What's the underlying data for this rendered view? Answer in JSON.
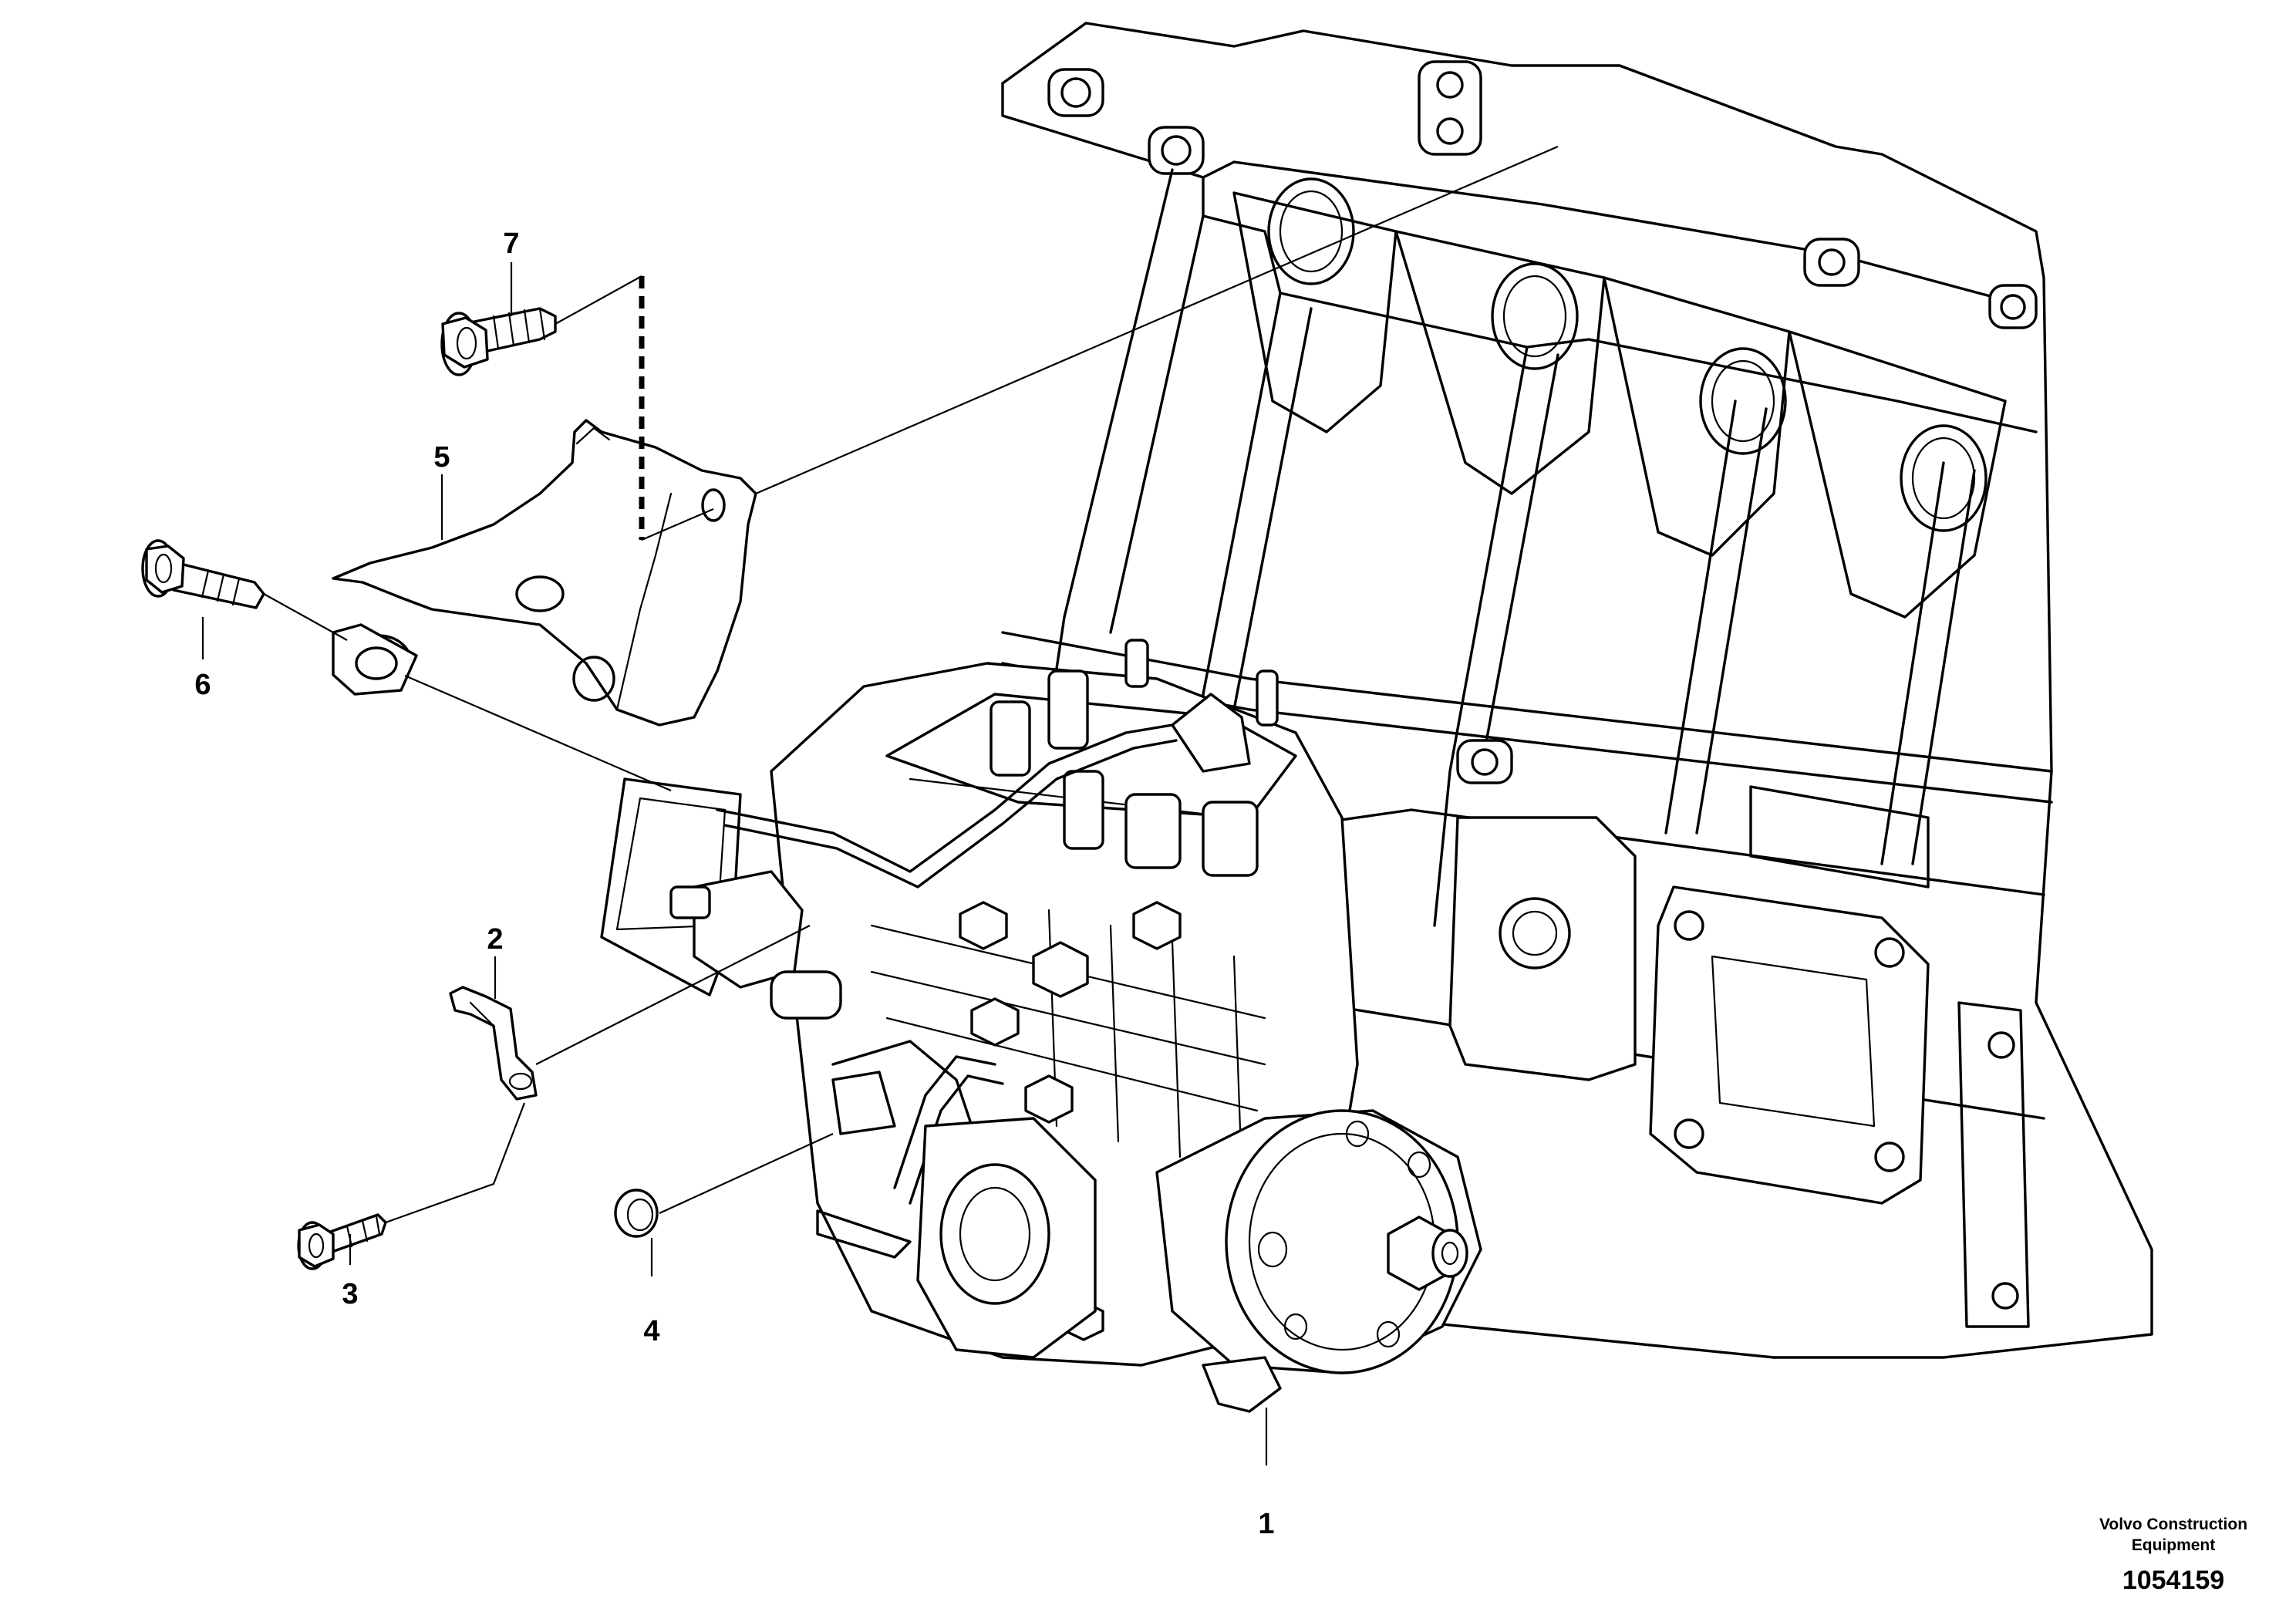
{
  "callouts": [
    {
      "id": "1",
      "label": "1"
    },
    {
      "id": "2",
      "label": "2"
    },
    {
      "id": "3",
      "label": "3"
    },
    {
      "id": "4",
      "label": "4"
    },
    {
      "id": "5",
      "label": "5"
    },
    {
      "id": "6",
      "label": "6"
    },
    {
      "id": "7",
      "label": "7"
    }
  ],
  "brand": {
    "line1": "Volvo Construction",
    "line2": "Equipment",
    "drawing_number": "1054159"
  },
  "parts": [
    {
      "callout": "1",
      "icon": "fuel-injection-pump-icon"
    },
    {
      "callout": "2",
      "icon": "clip-bracket-icon"
    },
    {
      "callout": "3",
      "icon": "flange-bolt-icon"
    },
    {
      "callout": "4",
      "icon": "seal-ring-icon"
    },
    {
      "callout": "5",
      "icon": "support-bracket-icon"
    },
    {
      "callout": "6",
      "icon": "flange-bolt-icon"
    },
    {
      "callout": "7",
      "icon": "flange-bolt-icon"
    }
  ]
}
